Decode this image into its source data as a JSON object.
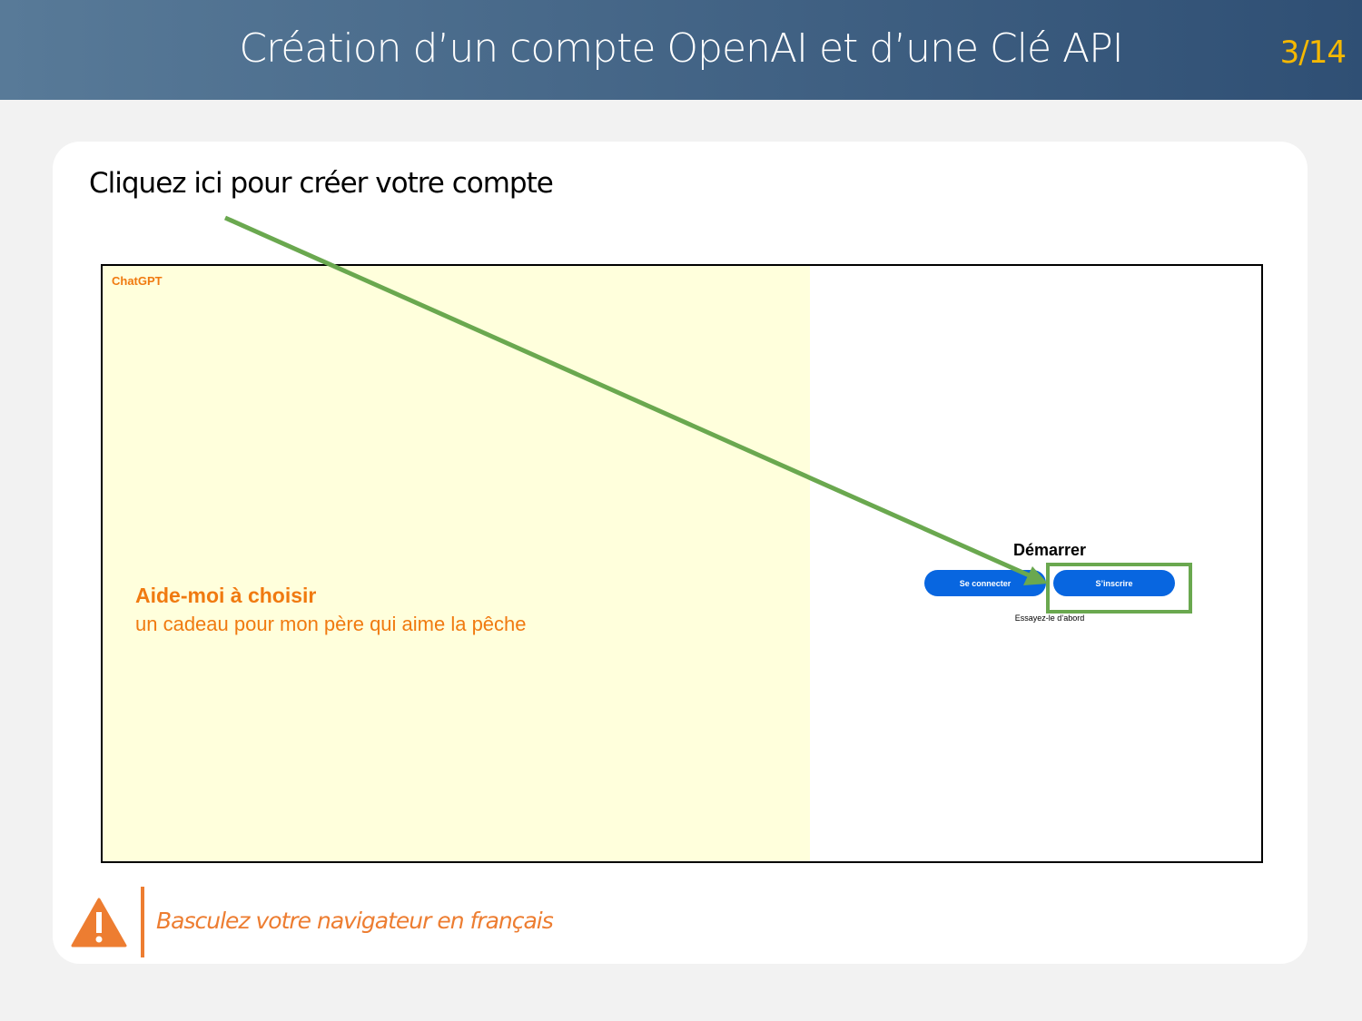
{
  "slide": {
    "title": "Création d’un compte OpenAI et d’une Clé API",
    "page": "3/14",
    "instruction": "Cliquez ici pour créer votre compte",
    "warning": "Basculez votre navigateur en français"
  },
  "screenshot": {
    "brand": "ChatGPT",
    "prompt_title": "Aide-moi à choisir",
    "prompt_sub": "un cadeau pour mon père qui aime la pêche",
    "start_heading": "Démarrer",
    "login_label": "Se connecter",
    "signup_label": "S’inscrire",
    "try_label": "Essayez-le d’abord"
  },
  "colors": {
    "header_start": "#587a98",
    "header_end": "#2f4f74",
    "page_number": "#f5b800",
    "accent_orange": "#f07a10",
    "button_blue": "#0866e0",
    "highlight_green": "#6aa84f",
    "panel_yellow": "#ffffdc"
  },
  "icons": [
    "warning-triangle-icon",
    "arrow-annotation"
  ]
}
